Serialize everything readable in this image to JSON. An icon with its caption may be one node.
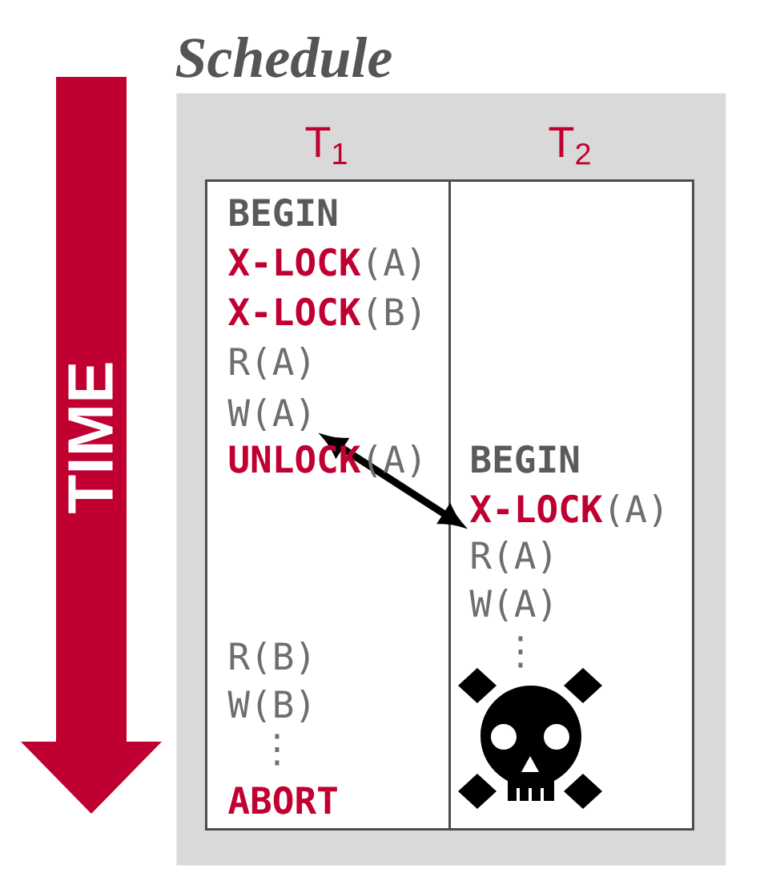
{
  "diagram": {
    "nodes": [
      {
        "text": [
          "Schedule"
        ]
      },
      {
        "text": [
          "T$_{1}$"
        ],
        "in": 0
      },
      {
        "text": [
          "T$_{2}$"
        ],
        "in": 0
      },
      {
        "text": [
          "W(A)"
        ],
        "in": 1
      },
      {
        "text": [
          "**X-LOCK**(A)"
        ],
        "in": 2
      }
    ],
    "edges": [
      {
        "from": 3,
        "to": 4,
        "arrow": "both"
      }
    ],
    "labels": [
      "TIME",
      "BEGIN",
      "**X-LOCK**(A)",
      "**X-LOCK**(B)",
      "R(A)",
      "**UNLOCK**(A)",
      "R(B)",
      "W(B)",
      "⋮",
      "ABORT",
      "BEGIN",
      "R(A)",
      "W(A)",
      "⋮"
    ]
  }
}
